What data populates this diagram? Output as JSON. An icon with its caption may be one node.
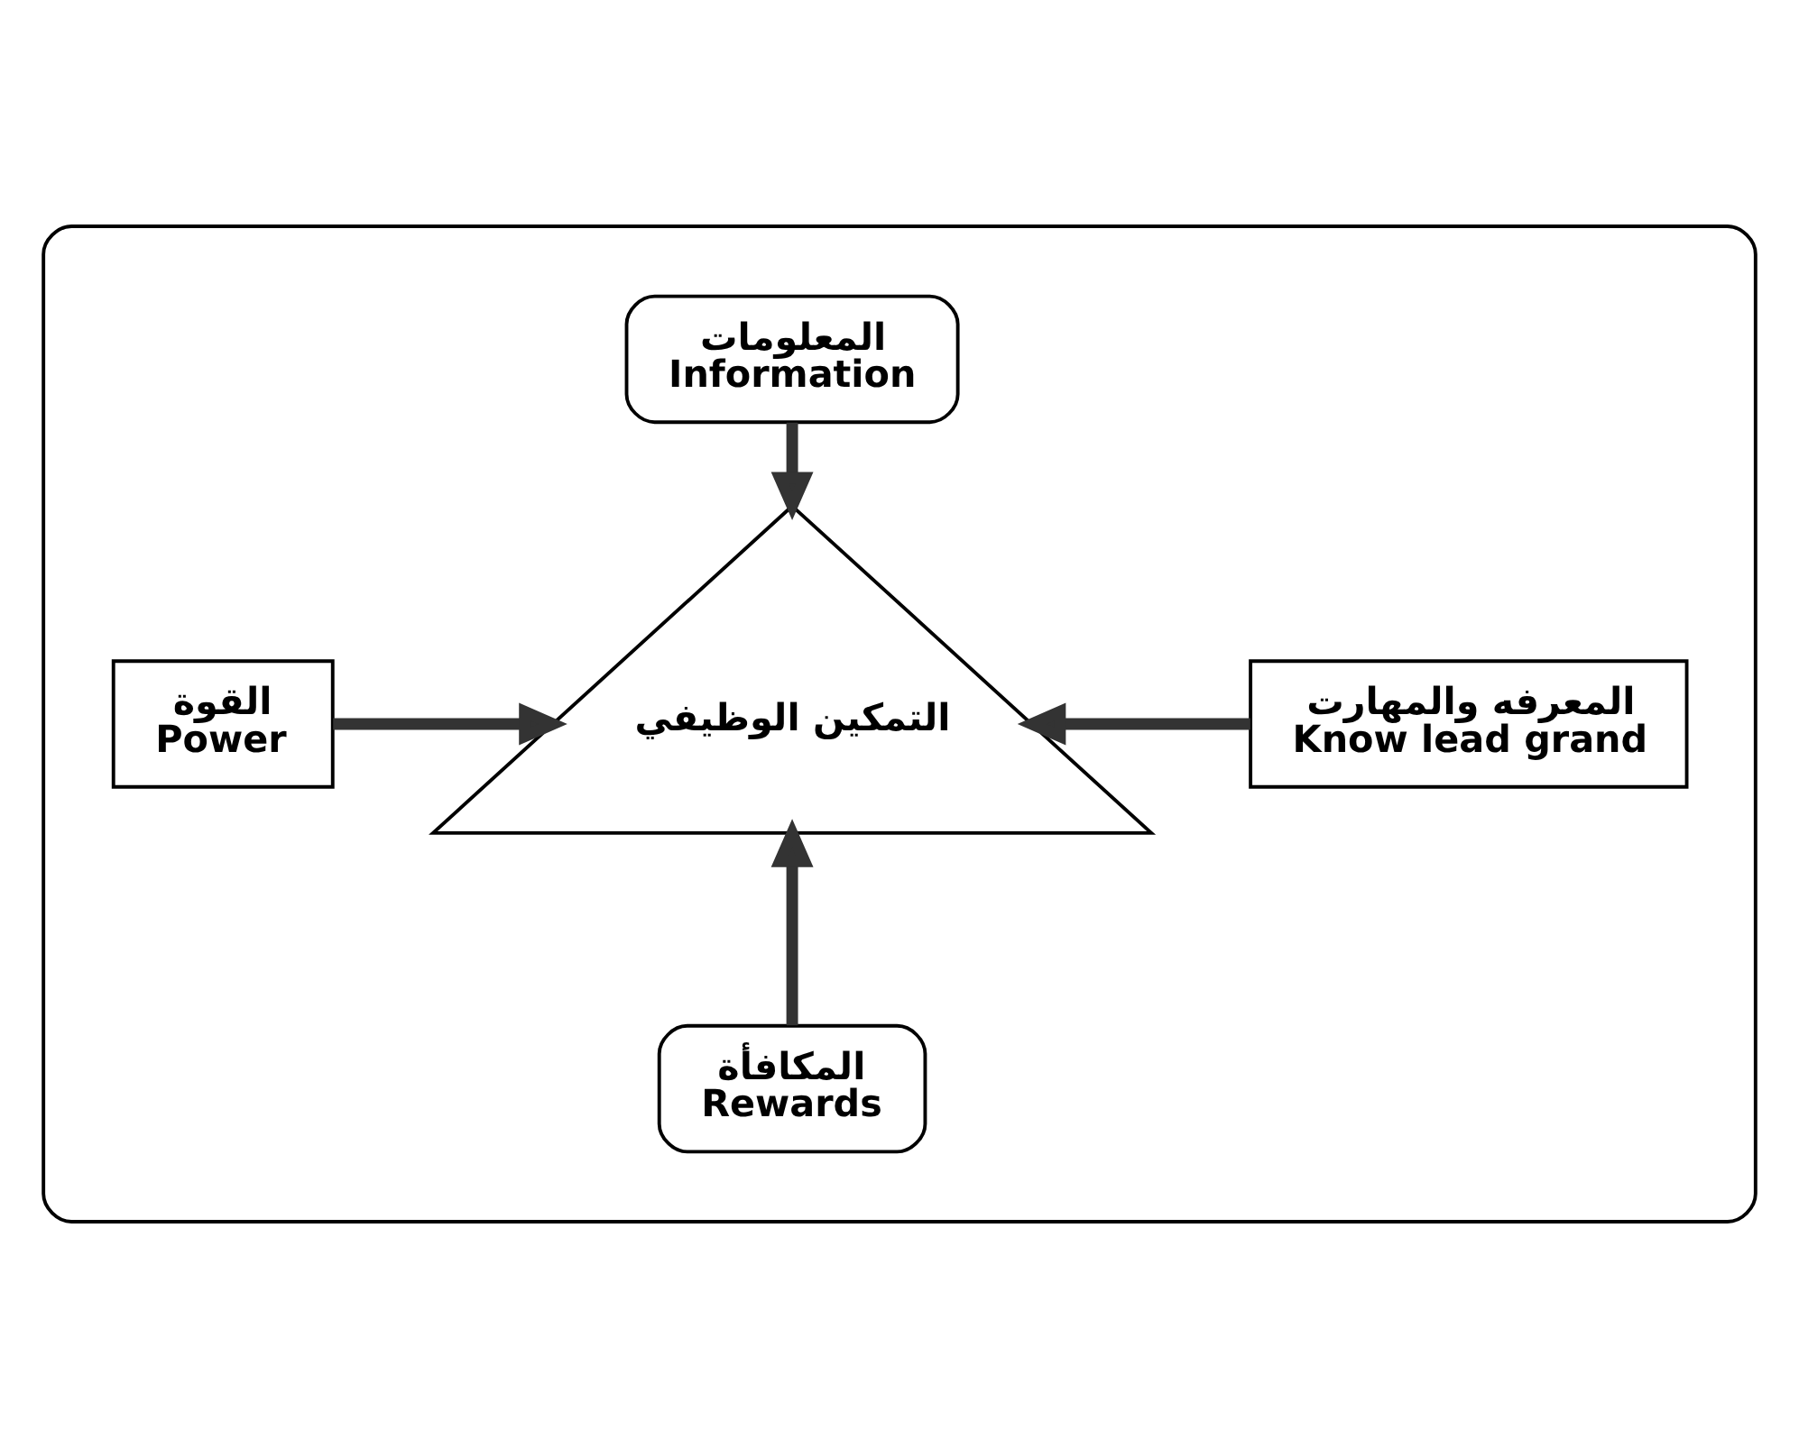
{
  "diagram": {
    "nodes": [
      {
        "text": [],
        "shape": "ellipse"
      },
      {
        "text": [
          "المعلومات",
          "Information"
        ],
        "in": 0
      },
      {
        "text": [
          "القوة",
          "Power"
        ],
        "in": 0
      },
      {
        "text": [
          "التمكين الوظيفي"
        ],
        "in": 0
      },
      {
        "text": [
          "المعرفه والمهارت",
          "Know lead grand"
        ],
        "in": 0
      },
      {
        "text": [
          "المكافأة",
          "Rewards"
        ],
        "in": 0
      }
    ],
    "edges": [
      {
        "from": 1,
        "to": 3,
        "arrow": "to"
      },
      {
        "from": 2,
        "to": 3,
        "arrow": "to"
      },
      {
        "from": 4,
        "to": 3,
        "arrow": "to"
      },
      {
        "from": 5,
        "to": 3,
        "arrow": "to"
      }
    ]
  }
}
